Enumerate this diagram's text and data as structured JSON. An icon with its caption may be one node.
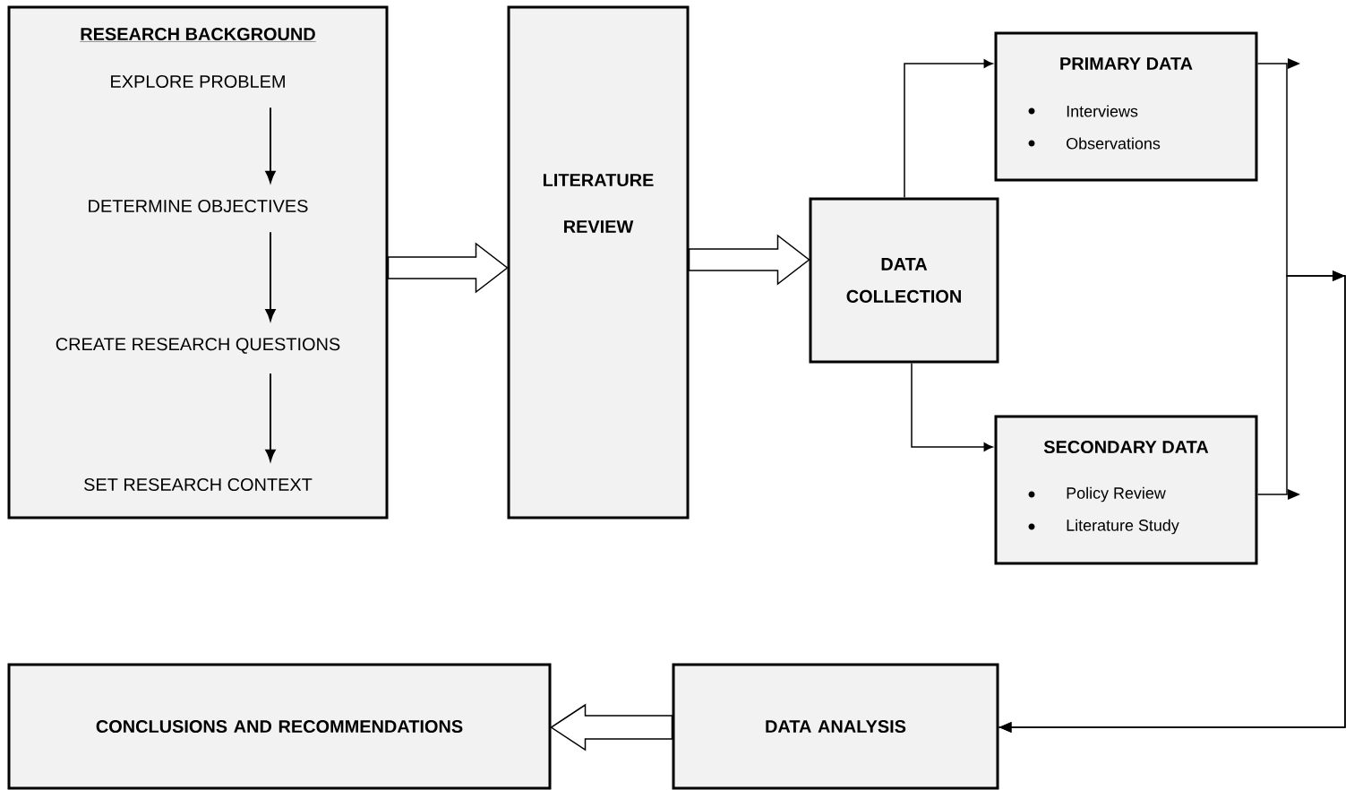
{
  "diagram": {
    "nodes": [
      {
        "text": [
          "RESEARCH BACKGROUND"
        ]
      },
      {
        "text": [
          "EXPLORE PROBLEM"
        ],
        "in": 0
      },
      {
        "text": [
          "DETERMINE OBJECTIVES"
        ],
        "in": 0
      },
      {
        "text": [
          "CREATE RESEARCH QUESTIONS"
        ],
        "in": 0
      },
      {
        "text": [
          "SET RESEARCH CONTEXT"
        ],
        "in": 0
      },
      {
        "text": [
          "LITERATURE REVIEW"
        ]
      },
      {
        "text": [
          "DATA COLLECTION"
        ]
      },
      {
        "text": [
          "PRIMARY DATA",
          "Interviews",
          "Observations"
        ]
      },
      {
        "text": [
          "SECONDARY DATA",
          "Policy Review",
          "Literature Study"
        ]
      },
      {
        "text": [
          "DATA ANALYSIS"
        ]
      },
      {
        "text": [
          "CONCLUSIONS AND RECOMMENDATIONS"
        ]
      }
    ],
    "edges": [
      {
        "from": 1,
        "to": 2,
        "arrow": "to"
      },
      {
        "from": 2,
        "to": 3,
        "arrow": "to"
      },
      {
        "from": 3,
        "to": 4,
        "arrow": "to"
      },
      {
        "from": 0,
        "to": 5,
        "arrow": "to"
      },
      {
        "from": 5,
        "to": 6,
        "arrow": "to"
      },
      {
        "from": 6,
        "to": 7,
        "arrow": "to"
      },
      {
        "from": 6,
        "to": 8,
        "arrow": "to"
      },
      {
        "from": 7,
        "to": 9,
        "arrow": "to"
      },
      {
        "from": 8,
        "to": 9,
        "arrow": "to"
      },
      {
        "from": 9,
        "to": 10,
        "arrow": "to"
      }
    ]
  }
}
